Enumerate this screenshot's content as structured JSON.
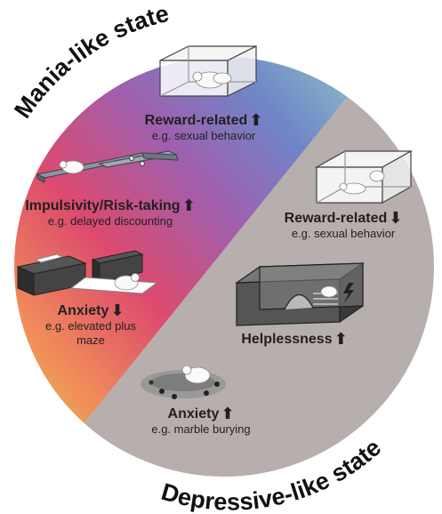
{
  "state_titles": {
    "mania": "Mania-like state",
    "depressive": "Depressive-like state"
  },
  "mania": {
    "reward": {
      "title": "Reward-related",
      "arrow": "⬆",
      "example": "e.g. sexual behavior"
    },
    "impulsivity": {
      "title": "Impulsivity/Risk-taking",
      "arrow": "⬆",
      "example": "e.g. delayed discounting"
    },
    "anxiety": {
      "title": "Anxiety",
      "arrow": "⬇",
      "example_line1": "e.g. elevated plus",
      "example_line2": "maze"
    }
  },
  "depressive": {
    "reward": {
      "title": "Reward-related",
      "arrow": "⬇",
      "example": "e.g. sexual behavior"
    },
    "helplessness": {
      "title": "Helplessness",
      "arrow": "⬆"
    },
    "anxiety": {
      "title": "Anxiety",
      "arrow": "⬆",
      "example": "e.g. marble burying"
    }
  },
  "colors": {
    "depressive_fill": "#b7aeae",
    "gradient": [
      "#d7e64a",
      "#f07a5a",
      "#d9456e",
      "#9c5fb0",
      "#6f86c9",
      "#8ec7c2",
      "#a6d8a8"
    ],
    "text": "#231f20"
  }
}
